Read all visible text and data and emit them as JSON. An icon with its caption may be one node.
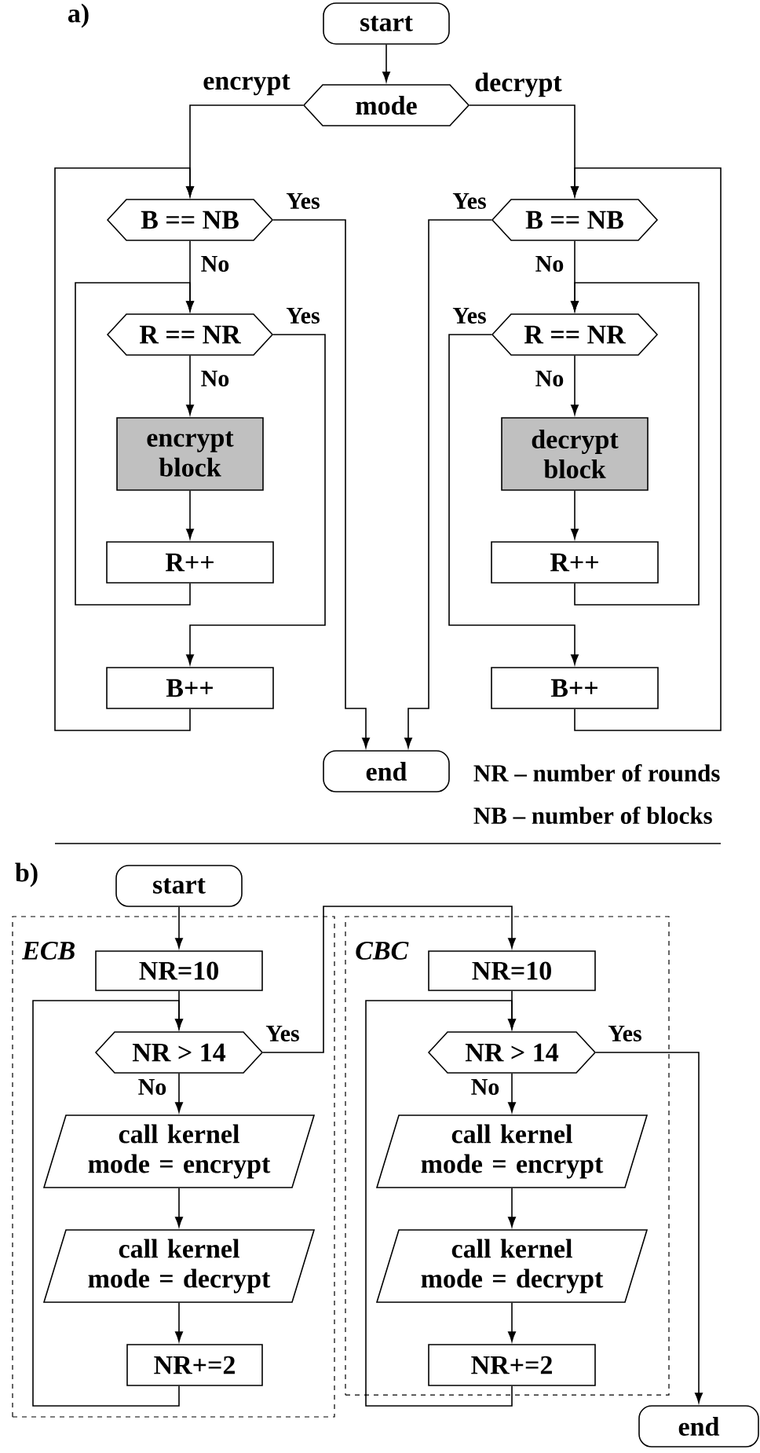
{
  "diagram": {
    "nodes": [
      {
        "text": [
          "start"
        ]
      },
      {
        "text": [
          "mode"
        ]
      },
      {
        "text": [
          "B == NB"
        ]
      },
      {
        "text": [
          "R == NR"
        ]
      },
      {
        "text": [
          "encrypt block"
        ]
      },
      {
        "text": [
          "R++"
        ]
      },
      {
        "text": [
          "B++"
        ]
      },
      {
        "text": [
          "B == NB"
        ]
      },
      {
        "text": [
          "R == NR"
        ]
      },
      {
        "text": [
          "decrypt block"
        ]
      },
      {
        "text": [
          "R++"
        ]
      },
      {
        "text": [
          "B++"
        ]
      },
      {
        "text": [
          "end"
        ]
      },
      {
        "text": [
          "start"
        ]
      },
      {
        "text": [
          "ECB"
        ]
      },
      {
        "text": [
          "NR=10"
        ],
        "in": 14
      },
      {
        "text": [
          "NR > 14"
        ],
        "in": 14
      },
      {
        "text": [
          "call kernel mode = encrypt"
        ],
        "in": 14
      },
      {
        "text": [
          "call kernel mode = decrypt"
        ],
        "in": 14
      },
      {
        "text": [
          "NR+=2"
        ],
        "in": 14
      },
      {
        "text": [
          "CBC"
        ]
      },
      {
        "text": [
          "NR=10"
        ],
        "in": 20
      },
      {
        "text": [
          "NR > 14"
        ],
        "in": 20
      },
      {
        "text": [
          "call kernel mode = encrypt"
        ],
        "in": 20
      },
      {
        "text": [
          "call kernel mode = decrypt"
        ],
        "in": 20
      },
      {
        "text": [
          "NR+=2"
        ],
        "in": 20
      },
      {
        "text": [
          "end"
        ]
      }
    ],
    "edges": [
      {
        "from": 0,
        "to": 1,
        "arrow": "to"
      },
      {
        "from": 1,
        "to": 2,
        "arrow": "to",
        "label": "encrypt"
      },
      {
        "from": 2,
        "to": 3,
        "arrow": "to",
        "label": "No"
      },
      {
        "from": 3,
        "to": 4,
        "arrow": "to",
        "label": "No"
      },
      {
        "from": 4,
        "to": 5,
        "arrow": "to"
      },
      {
        "from": 5,
        "to": 3,
        "arrow": "to"
      },
      {
        "from": 3,
        "to": 6,
        "arrow": "to",
        "label": "Yes"
      },
      {
        "from": 6,
        "to": 2,
        "arrow": "to"
      },
      {
        "from": 2,
        "to": 12,
        "arrow": "to",
        "label": "Yes"
      },
      {
        "from": 1,
        "to": 7,
        "arrow": "to",
        "label": "decrypt"
      },
      {
        "from": 7,
        "to": 8,
        "arrow": "to",
        "label": "No"
      },
      {
        "from": 8,
        "to": 9,
        "arrow": "to",
        "label": "No"
      },
      {
        "from": 9,
        "to": 10,
        "arrow": "to"
      },
      {
        "from": 10,
        "to": 8,
        "arrow": "to"
      },
      {
        "from": 8,
        "to": 11,
        "arrow": "to",
        "label": "Yes"
      },
      {
        "from": 11,
        "to": 7,
        "arrow": "to"
      },
      {
        "from": 7,
        "to": 12,
        "arrow": "to",
        "label": "Yes"
      },
      {
        "from": 13,
        "to": 15,
        "arrow": "to"
      },
      {
        "from": 15,
        "to": 16,
        "arrow": "to"
      },
      {
        "from": 16,
        "to": 17,
        "arrow": "to",
        "label": "No"
      },
      {
        "from": 17,
        "to": 18,
        "arrow": "to"
      },
      {
        "from": 18,
        "to": 19,
        "arrow": "to"
      },
      {
        "from": 19,
        "to": 16,
        "arrow": "to"
      },
      {
        "from": 16,
        "to": 21,
        "arrow": "to",
        "label": "Yes"
      },
      {
        "from": 21,
        "to": 22,
        "arrow": "to"
      },
      {
        "from": 22,
        "to": 23,
        "arrow": "to",
        "label": "No"
      },
      {
        "from": 23,
        "to": 24,
        "arrow": "to"
      },
      {
        "from": 24,
        "to": 25,
        "arrow": "to"
      },
      {
        "from": 25,
        "to": 22,
        "arrow": "to"
      },
      {
        "from": 22,
        "to": 26,
        "arrow": "to",
        "label": "Yes"
      }
    ],
    "labels": [
      "a)",
      "NR – number of rounds",
      "NB – number of blocks",
      "b)"
    ]
  }
}
